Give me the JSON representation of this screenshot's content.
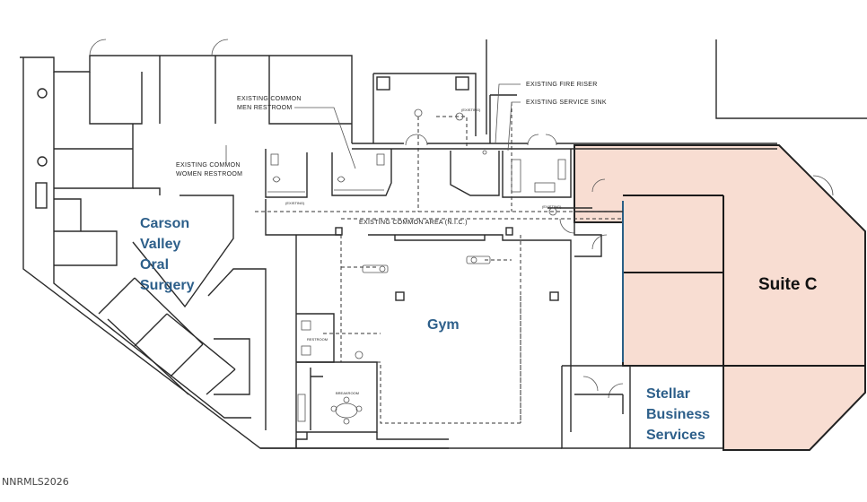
{
  "labels": {
    "men_restroom_line1": "EXISTING COMMON",
    "men_restroom_line2": "MEN RESTROOM",
    "women_restroom_line1": "EXISTING COMMON",
    "women_restroom_line2": "WOMEN RESTROOM",
    "fire_riser": "EXISTING FIRE RISER",
    "service_sink": "EXISTING SERVICE SINK",
    "common_area": "EXISTING COMMON AREA (N.I.C.)",
    "restroom": "RESTROOM",
    "breakroom": "BREAKROOM",
    "existing_tag": "(EXISTING)"
  },
  "tenants": {
    "carson": [
      "Carson",
      "Valley",
      "Oral",
      "Surgery"
    ],
    "gym": "Gym",
    "suite_c": "Suite C",
    "stellar": [
      "Stellar",
      "Business",
      "Services"
    ]
  },
  "colors": {
    "suite_fill": "#f8ddd2",
    "tenant_text": "#2d5f8a"
  },
  "watermark": "NNRMLS2026"
}
